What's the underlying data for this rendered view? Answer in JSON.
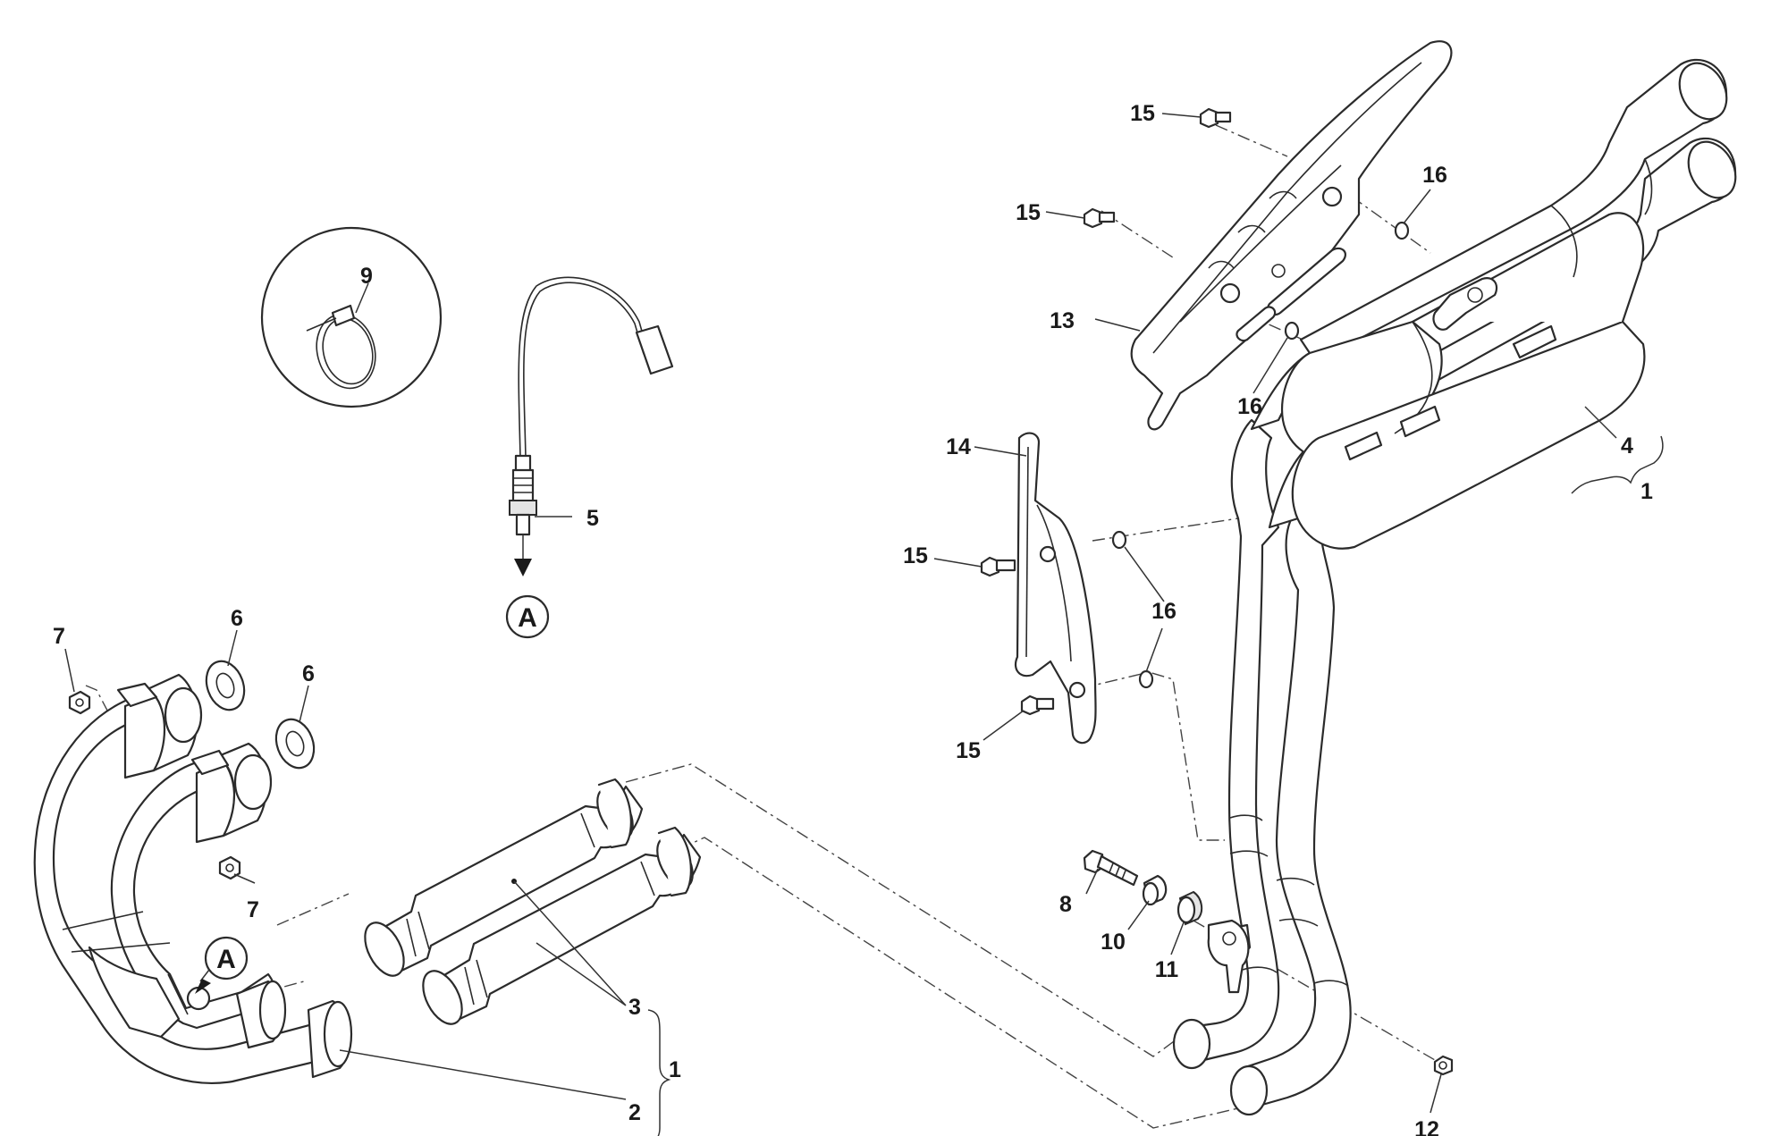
{
  "labels": {
    "p1a": "1",
    "p1b": "1",
    "p2": "2",
    "p3": "3",
    "p4": "4",
    "p5": "5",
    "p6a": "6",
    "p6b": "6",
    "p7a": "7",
    "p7b": "7",
    "p8": "8",
    "p9": "9",
    "p10": "10",
    "p11": "11",
    "p12": "12",
    "p13": "13",
    "p14": "14",
    "p15a": "15",
    "p15b": "15",
    "p15c": "15",
    "p15d": "15",
    "p16a": "16",
    "p16b": "16",
    "p16c": "16"
  },
  "markers": {
    "a1": "A",
    "a2": "A"
  }
}
